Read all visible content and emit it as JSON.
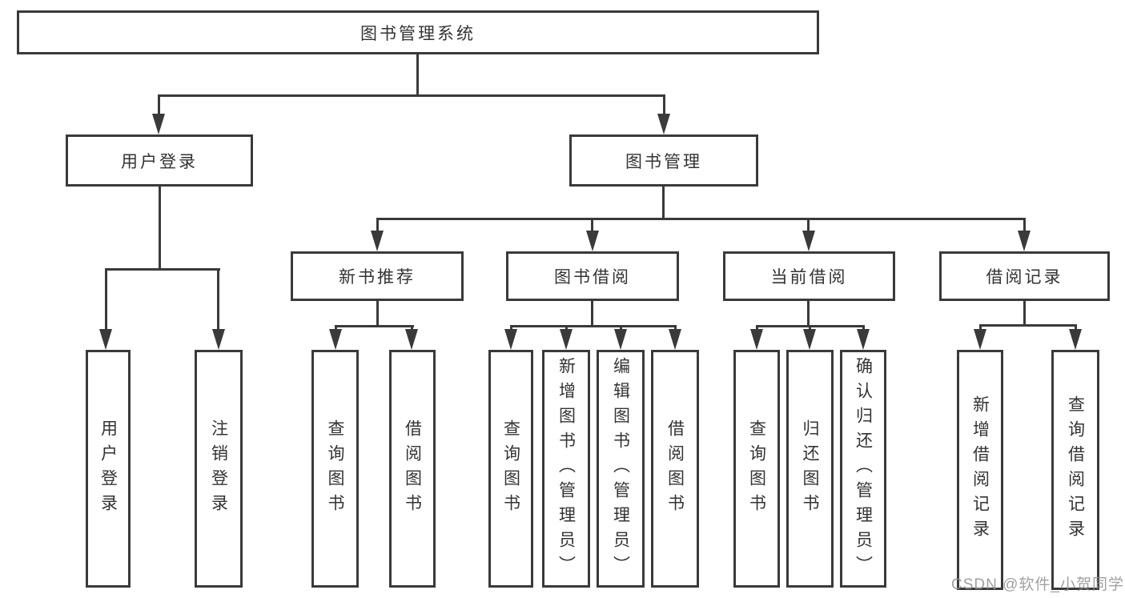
{
  "diagram": {
    "type": "hierarchy-tree",
    "title": "图书管理系统",
    "line_color": "#3a3a3a",
    "watermark": "CSDN @软件_小贺同学",
    "nodes": {
      "root": "图书管理系统",
      "user_login": "用户登录",
      "book_mgmt": "图书管理",
      "new_book_rec": "新书推荐",
      "book_borrow": "图书借阅",
      "current_borrow": "当前借阅",
      "borrow_records": "借阅记录",
      "leaf_user_login": "用户登录",
      "leaf_logout": "注销登录",
      "leaf_query_book_1": "查询图书",
      "leaf_borrow_book_1": "借阅图书",
      "leaf_query_book_2": "查询图书",
      "leaf_add_book": "新增图书（管理员）",
      "leaf_edit_book": "编辑图书（管理员）",
      "leaf_borrow_book_2": "借阅图书",
      "leaf_query_book_3": "查询图书",
      "leaf_return_book": "归还图书",
      "leaf_confirm_return": "确认归还（管理员）",
      "leaf_add_record": "新增借阅记录",
      "leaf_query_record": "查询借阅记录"
    },
    "structure": {
      "图书管理系统": {
        "用户登录": [
          "用户登录",
          "注销登录"
        ],
        "图书管理": {
          "新书推荐": [
            "查询图书",
            "借阅图书"
          ],
          "图书借阅": [
            "查询图书",
            "新增图书（管理员）",
            "编辑图书（管理员）",
            "借阅图书"
          ],
          "当前借阅": [
            "查询图书",
            "归还图书",
            "确认归还（管理员）"
          ],
          "借阅记录": [
            "新增借阅记录",
            "查询借阅记录"
          ]
        }
      }
    }
  }
}
